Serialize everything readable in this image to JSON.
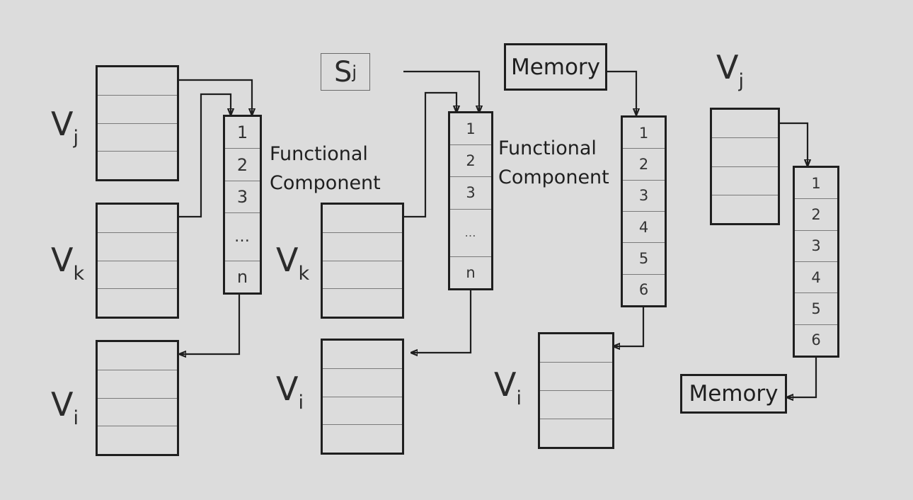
{
  "panel1": {
    "vj_label": "V",
    "vj_sub": "j",
    "vk_label": "V",
    "vk_sub": "k",
    "vi_label": "V",
    "vi_sub": "i",
    "fu_label": "Functional\nComponent",
    "stages": [
      "1",
      "2",
      "3",
      "…",
      "n"
    ]
  },
  "panel2": {
    "sj_label": "S",
    "sj_sub": "j",
    "vk_label": "V",
    "vk_sub": "k",
    "vi_label": "V",
    "vi_sub": "i",
    "fu_label": "Functional\nComponent",
    "stages": [
      "1",
      "2",
      "3",
      "…",
      "n"
    ]
  },
  "panel3": {
    "memory_label": "Memory",
    "vi_label": "V",
    "vi_sub": "i",
    "stages": [
      "1",
      "2",
      "3",
      "4",
      "5",
      "6"
    ]
  },
  "panel4": {
    "vj_label": "V",
    "vj_sub": "j",
    "memory_label": "Memory",
    "stages": [
      "1",
      "2",
      "3",
      "4",
      "5",
      "6"
    ]
  }
}
